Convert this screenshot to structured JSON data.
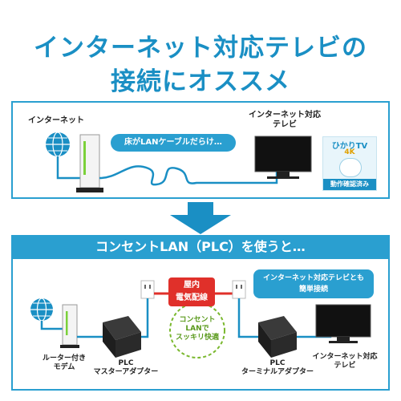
{
  "title": {
    "line1": "インターネット対応テレビの",
    "line2": "接続にオススメ"
  },
  "top_panel": {
    "internet_label": "インターネット",
    "tv_label_line1": "インターネット対応",
    "tv_label_line2": "テレビ",
    "cable_bubble": "床がLANケーブルだらけ…",
    "badge": {
      "logo_text": "ひかりTV",
      "sub_text": "4K",
      "bottom_text": "動作確認済み"
    }
  },
  "bottom_panel": {
    "header": "コンセントLAN（PLC）を使うと…",
    "wiring_label_line1": "屋内",
    "wiring_label_line2": "電気配線",
    "easy_bubble_line1": "インターネット対応テレビとも",
    "easy_bubble_line2": "簡単接続",
    "circle_line1": "コンセント",
    "circle_line2": "LANで",
    "circle_line3": "スッキリ快適",
    "router_label_line1": "ルーター付き",
    "router_label_line2": "モデム",
    "plc_master_line1": "PLC",
    "plc_master_line2": "マスターアダプター",
    "plc_terminal_line1": "PLC",
    "plc_terminal_line2": "ターミナルアダプター",
    "tv_label_line1": "インターネット対応",
    "tv_label_line2": "テレビ"
  },
  "colors": {
    "accent": "#2a9fd0",
    "title": "#1a8fc4",
    "wiring_red": "#e0302a",
    "circle_green": "#7ab82e"
  }
}
